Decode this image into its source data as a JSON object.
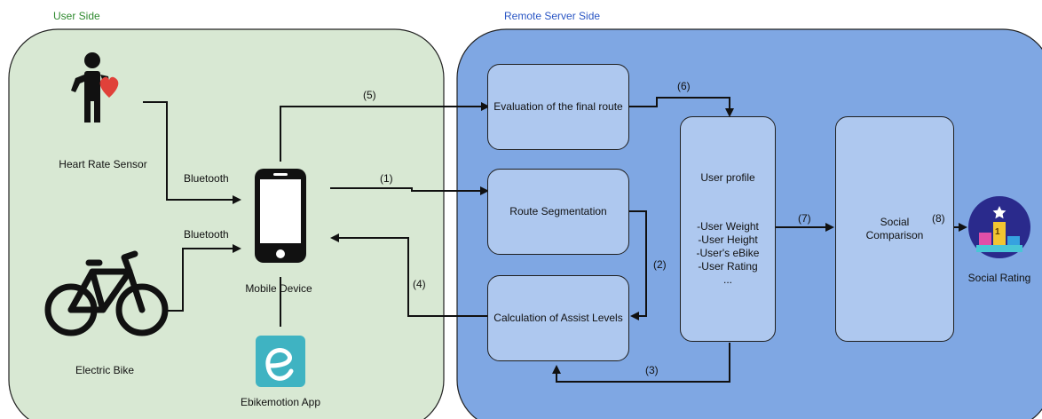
{
  "regions": {
    "user_side": {
      "title": "User Side",
      "title_color": "#2f8a2f",
      "fill": "#d8e8d3"
    },
    "server_side": {
      "title": "Remote Server Side",
      "title_color": "#2a56c4",
      "fill": "#7fa7e3"
    }
  },
  "user_side": {
    "heart_rate_sensor": "Heart Rate Sensor",
    "electric_bike": "Electric Bike",
    "bluetooth_top": "Bluetooth",
    "bluetooth_bottom": "Bluetooth",
    "mobile_device": "Mobile Device",
    "app_name": "Ebikemotion App",
    "app_color": "#3fb3c2",
    "heart_color": "#e0413a"
  },
  "server_side": {
    "evaluation": "Evaluation of the final route",
    "route_segmentation": "Route Segmentation",
    "assist_levels": "Calculation of Assist Levels",
    "user_profile": {
      "title": "User profile",
      "items": [
        "-User Weight",
        "-User Height",
        "-User's eBike",
        "-User Rating",
        "..."
      ]
    },
    "social_comparison": "Social Comparison",
    "box_fill": "#aec8ef"
  },
  "output": {
    "social_rating": "Social Rating",
    "badge_number": "1"
  },
  "steps": {
    "s1": "(1)",
    "s2": "(2)",
    "s3": "(3)",
    "s4": "(4)",
    "s5": "(5)",
    "s6": "(6)",
    "s7": "(7)",
    "s8": "(8)"
  }
}
